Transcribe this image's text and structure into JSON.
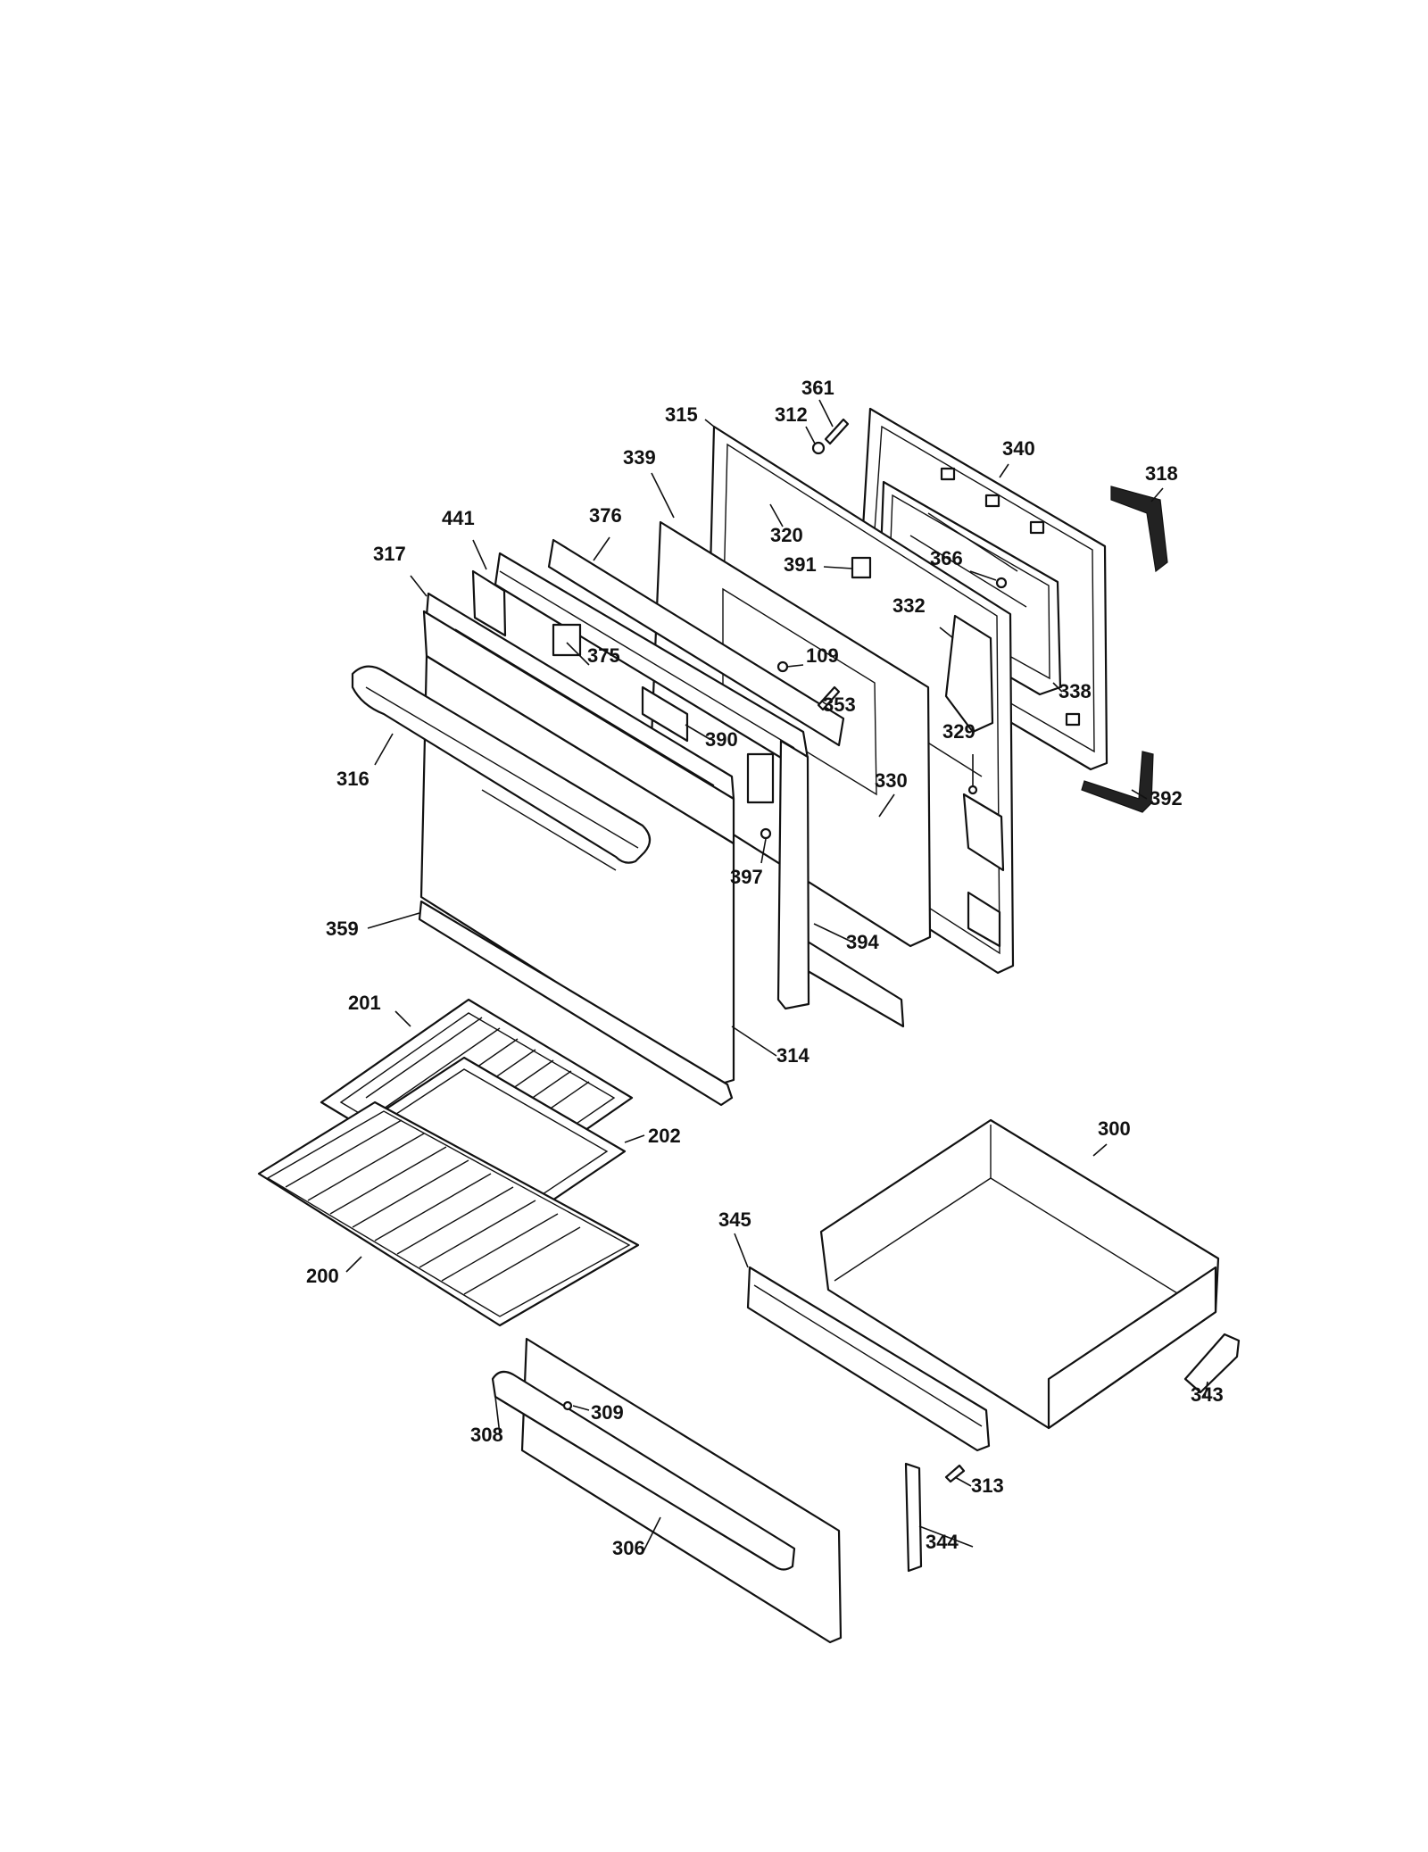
{
  "diagram": {
    "labels": {
      "l361": "361",
      "l312": "312",
      "l315": "315",
      "l340": "340",
      "l339": "339",
      "l318": "318",
      "l441": "441",
      "l376": "376",
      "l320": "320",
      "l317": "317",
      "l391": "391",
      "l366": "366",
      "l332": "332",
      "l375": "375",
      "l109": "109",
      "l353": "353",
      "l338": "338",
      "l390": "390",
      "l329": "329",
      "l316": "316",
      "l330": "330",
      "l392": "392",
      "l397": "397",
      "l359": "359",
      "l394": "394",
      "l201": "201",
      "l314": "314",
      "l300": "300",
      "l202": "202",
      "l345": "345",
      "l200": "200",
      "l343": "343",
      "l309": "309",
      "l308": "308",
      "l313": "313",
      "l306": "306",
      "l344": "344"
    }
  }
}
